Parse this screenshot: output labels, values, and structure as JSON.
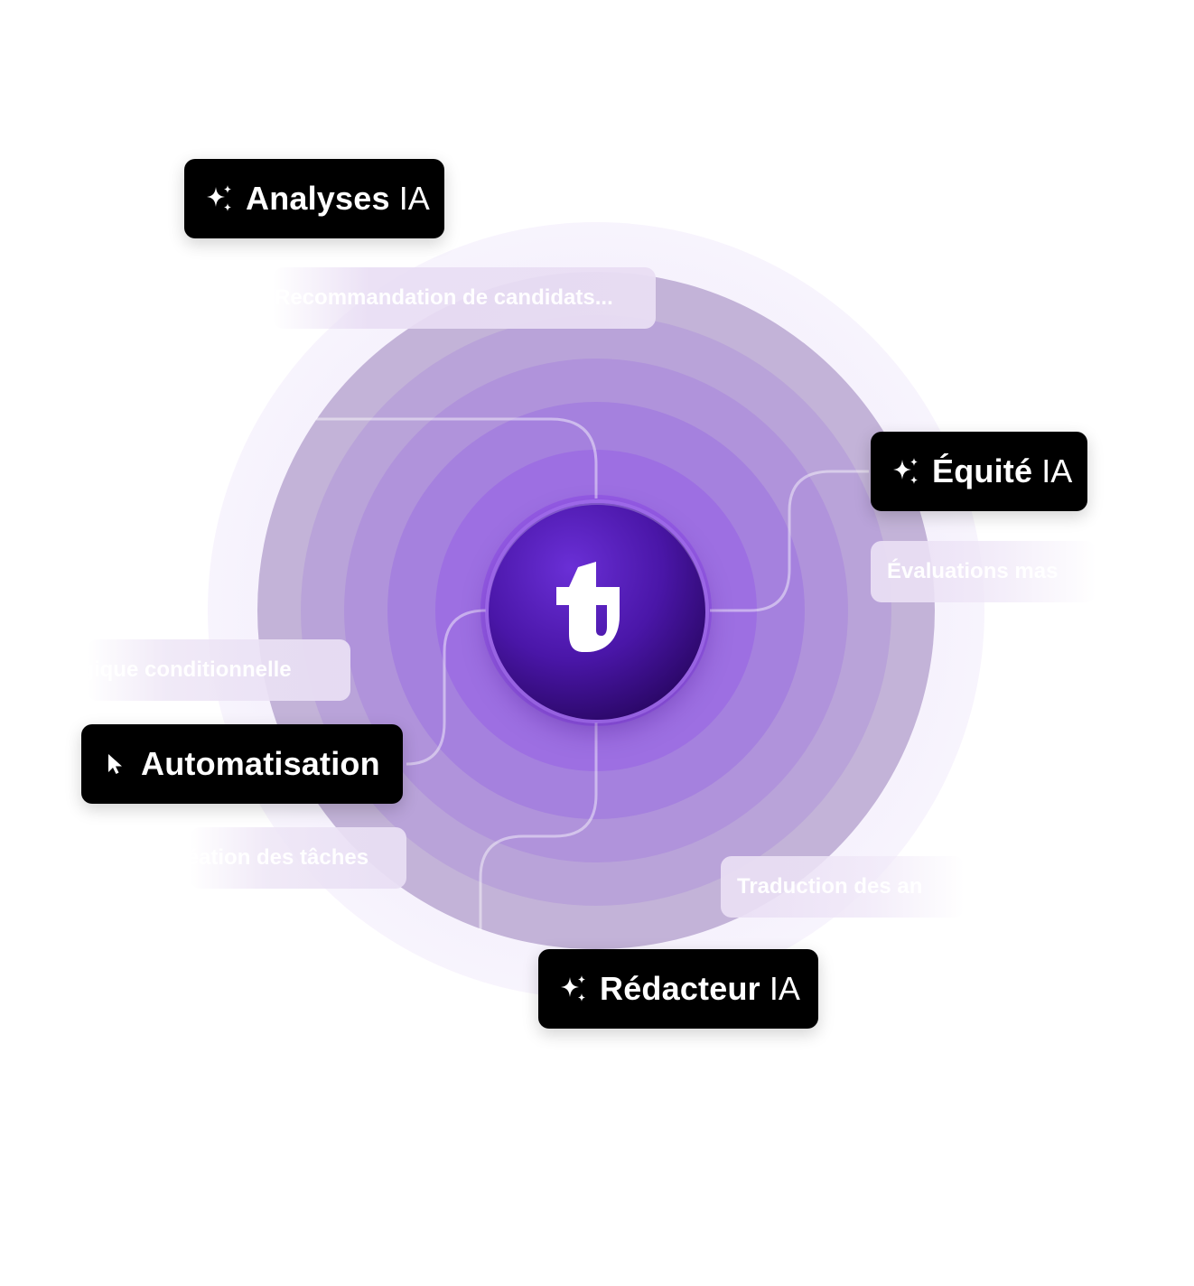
{
  "brand": {
    "logo_icon": "tribe-t-logo-icon",
    "accent": "#9d6fe2",
    "hub_color": "#4a16a8"
  },
  "features": [
    {
      "id": "analyses",
      "title": "Analyses",
      "suffix": "IA",
      "icon": "sparkles-icon"
    },
    {
      "id": "equite",
      "title": "Équité",
      "suffix": "IA",
      "icon": "sparkles-icon"
    },
    {
      "id": "automatisation",
      "title": "Automatisation",
      "suffix": "",
      "icon": "cursor-icon"
    },
    {
      "id": "redacteur",
      "title": "Rédacteur",
      "suffix": "IA",
      "icon": "sparkles-icon"
    }
  ],
  "subfeatures": [
    {
      "id": "recommandation",
      "label": "Recommandation de candidats..."
    },
    {
      "id": "evaluations",
      "label": "Évaluations mas"
    },
    {
      "id": "logique",
      "label": "Logique conditionnelle"
    },
    {
      "id": "taches",
      "label": "Création des tâches"
    },
    {
      "id": "traduction",
      "label": "Traduction des an"
    }
  ]
}
